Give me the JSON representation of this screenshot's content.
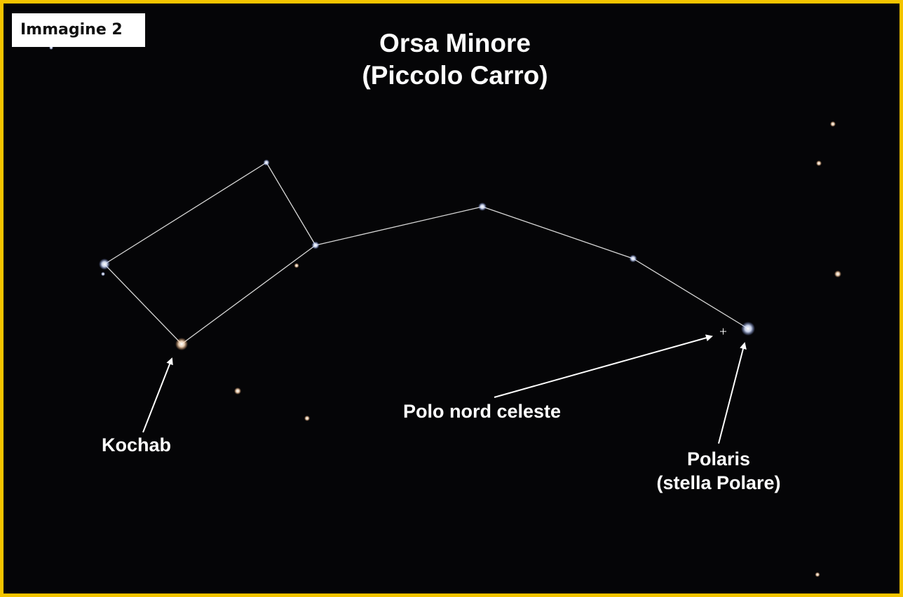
{
  "badge": "Immagine 2",
  "title": {
    "line1": "Orsa Minore",
    "line2": "(Piccolo Carro)"
  },
  "labels": {
    "kochab": "Kochab",
    "celestial_pole": "Polo nord celeste",
    "polaris_name": "Polaris",
    "polaris_note": "(stella Polare)"
  },
  "colors": {
    "frame": "#f5c400",
    "sky": "#050507",
    "line": "#d8d8d8",
    "text": "#ffffff"
  }
}
